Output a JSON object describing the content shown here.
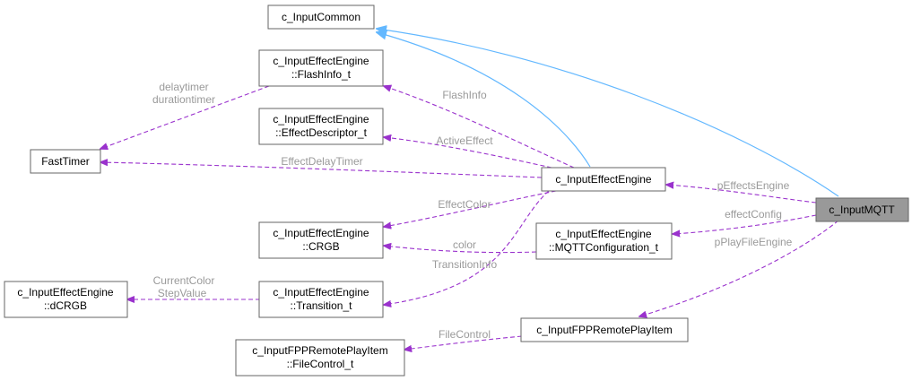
{
  "nodes": {
    "input_common": {
      "lines": [
        "c_InputCommon"
      ]
    },
    "flashinfo": {
      "lines": [
        "c_InputEffectEngine",
        "::FlashInfo_t"
      ]
    },
    "effect_descriptor": {
      "lines": [
        "c_InputEffectEngine",
        "::EffectDescriptor_t"
      ]
    },
    "fasttimer": {
      "lines": [
        "FastTimer"
      ]
    },
    "effect_engine": {
      "lines": [
        "c_InputEffectEngine"
      ]
    },
    "crgb": {
      "lines": [
        "c_InputEffectEngine",
        "::CRGB"
      ]
    },
    "mqtt_config": {
      "lines": [
        "c_InputEffectEngine",
        "::MQTTConfiguration_t"
      ]
    },
    "dcrgb": {
      "lines": [
        "c_InputEffectEngine",
        "::dCRGB"
      ]
    },
    "transition": {
      "lines": [
        "c_InputEffectEngine",
        "::Transition_t"
      ]
    },
    "fpp_play_item": {
      "lines": [
        "c_InputFPPRemotePlayItem"
      ]
    },
    "file_control": {
      "lines": [
        "c_InputFPPRemotePlayItem",
        "::FileControl_t"
      ]
    },
    "input_mqtt": {
      "lines": [
        "c_InputMQTT"
      ]
    }
  },
  "edge_labels": {
    "delaytimer": "delaytimer",
    "durationtimer": "durationtimer",
    "flashinfo": "FlashInfo",
    "activeeffect": "ActiveEffect",
    "effectdelaytimer": "EffectDelayTimer",
    "peffectsengine": "pEffectsEngine",
    "effectcolor": "EffectColor",
    "effectconfig": "effectConfig",
    "color": "color",
    "pplayfileengine": "pPlayFileEngine",
    "transitioninfo": "TransitionInfo",
    "currentcolor": "CurrentColor",
    "stepvalue": "StepValue",
    "filecontrol": "FileControl"
  },
  "colors": {
    "inheritance_edge": "#63b8ff",
    "usage_edge": "#9a32cd",
    "label_text": "#9a9a9a",
    "focus_node_fill": "#999999"
  }
}
